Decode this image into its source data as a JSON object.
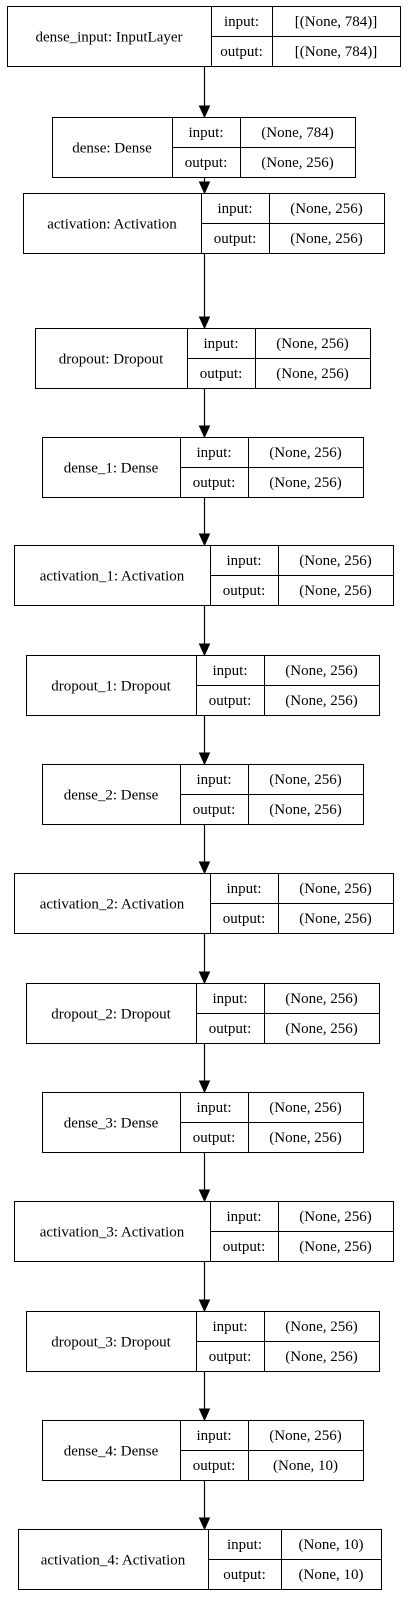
{
  "diagram": {
    "layers": [
      {
        "name": "dense_input: InputLayer",
        "input_label": "input:",
        "input_value": "[(None, 784)]",
        "output_label": "output:",
        "output_value": "[(None, 784)]"
      },
      {
        "name": "dense: Dense",
        "input_label": "input:",
        "input_value": "(None, 784)",
        "output_label": "output:",
        "output_value": "(None, 256)"
      },
      {
        "name": "activation: Activation",
        "input_label": "input:",
        "input_value": "(None, 256)",
        "output_label": "output:",
        "output_value": "(None, 256)"
      },
      {
        "name": "dropout: Dropout",
        "input_label": "input:",
        "input_value": "(None, 256)",
        "output_label": "output:",
        "output_value": "(None, 256)"
      },
      {
        "name": "dense_1: Dense",
        "input_label": "input:",
        "input_value": "(None, 256)",
        "output_label": "output:",
        "output_value": "(None, 256)"
      },
      {
        "name": "activation_1: Activation",
        "input_label": "input:",
        "input_value": "(None, 256)",
        "output_label": "output:",
        "output_value": "(None, 256)"
      },
      {
        "name": "dropout_1: Dropout",
        "input_label": "input:",
        "input_value": "(None, 256)",
        "output_label": "output:",
        "output_value": "(None, 256)"
      },
      {
        "name": "dense_2: Dense",
        "input_label": "input:",
        "input_value": "(None, 256)",
        "output_label": "output:",
        "output_value": "(None, 256)"
      },
      {
        "name": "activation_2: Activation",
        "input_label": "input:",
        "input_value": "(None, 256)",
        "output_label": "output:",
        "output_value": "(None, 256)"
      },
      {
        "name": "dropout_2: Dropout",
        "input_label": "input:",
        "input_value": "(None, 256)",
        "output_label": "output:",
        "output_value": "(None, 256)"
      },
      {
        "name": "dense_3: Dense",
        "input_label": "input:",
        "input_value": "(None, 256)",
        "output_label": "output:",
        "output_value": "(None, 256)"
      },
      {
        "name": "activation_3: Activation",
        "input_label": "input:",
        "input_value": "(None, 256)",
        "output_label": "output:",
        "output_value": "(None, 256)"
      },
      {
        "name": "dropout_3: Dropout",
        "input_label": "input:",
        "input_value": "(None, 256)",
        "output_label": "output:",
        "output_value": "(None, 256)"
      },
      {
        "name": "dense_4: Dense",
        "input_label": "input:",
        "input_value": "(None, 256)",
        "output_label": "output:",
        "output_value": "(None, 10)"
      },
      {
        "name": "activation_4: Activation",
        "input_label": "input:",
        "input_value": "(None, 10)",
        "output_label": "output:",
        "output_value": "(None, 10)"
      }
    ]
  }
}
